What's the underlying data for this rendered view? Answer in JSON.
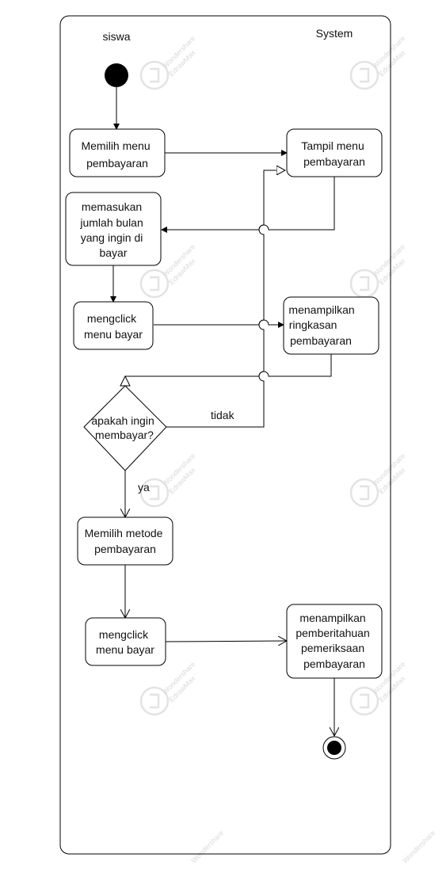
{
  "swimlanes": {
    "left_label": "siswa",
    "right_label": "System"
  },
  "nodes": {
    "memilih_menu": [
      "Memilih menu",
      "pembayaran"
    ],
    "tampil_menu": [
      "Tampil menu",
      "pembayaran"
    ],
    "memasukan": [
      "memasukan",
      "jumlah bulan",
      "yang ingin di",
      "bayar"
    ],
    "mengclick_1": [
      "mengclick",
      "menu bayar"
    ],
    "menampilkan_ringkasan": [
      "menampilkan",
      "ringkasan",
      "pembayaran"
    ],
    "decision": [
      "apakah ingin",
      "membayar?"
    ],
    "memilih_metode": [
      "Memilih metode",
      "pembayaran"
    ],
    "mengclick_2": [
      "mengclick",
      "menu bayar"
    ],
    "menampilkan_pemberitahuan": [
      "menampilkan",
      "pemberitahuan",
      "pemeriksaan",
      "pembayaran"
    ]
  },
  "edge_labels": {
    "no": "tidak",
    "yes": "ya"
  },
  "watermark": {
    "line1": "Wondershare",
    "line2": "EdrawMax"
  },
  "colors": {
    "stroke": "#000000",
    "background": "#ffffff",
    "watermark": "#d9d9d9"
  }
}
